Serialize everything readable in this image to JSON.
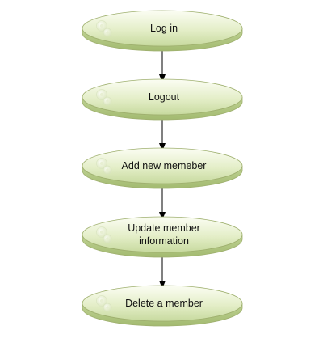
{
  "diagram": {
    "type": "flowchart",
    "direction": "top-to-bottom",
    "node_shape": "3d-ellipse",
    "colors": {
      "node_fill_light": "#f4f8e6",
      "node_fill_dark": "#c3d79a",
      "node_side": "#a9c07a",
      "node_stroke": "#9fb06f",
      "arrow": "#000000",
      "text": "#111111"
    },
    "nodes": [
      {
        "id": "login",
        "label": [
          "Log in"
        ]
      },
      {
        "id": "logout",
        "label": [
          "Logout"
        ]
      },
      {
        "id": "add",
        "label": [
          "Add new memeber"
        ]
      },
      {
        "id": "update",
        "label": [
          "Update member",
          "information"
        ]
      },
      {
        "id": "delete",
        "label": [
          "Delete a member"
        ]
      }
    ],
    "edges": [
      {
        "from": "login",
        "to": "logout"
      },
      {
        "from": "logout",
        "to": "add"
      },
      {
        "from": "add",
        "to": "update"
      },
      {
        "from": "update",
        "to": "delete"
      }
    ]
  }
}
